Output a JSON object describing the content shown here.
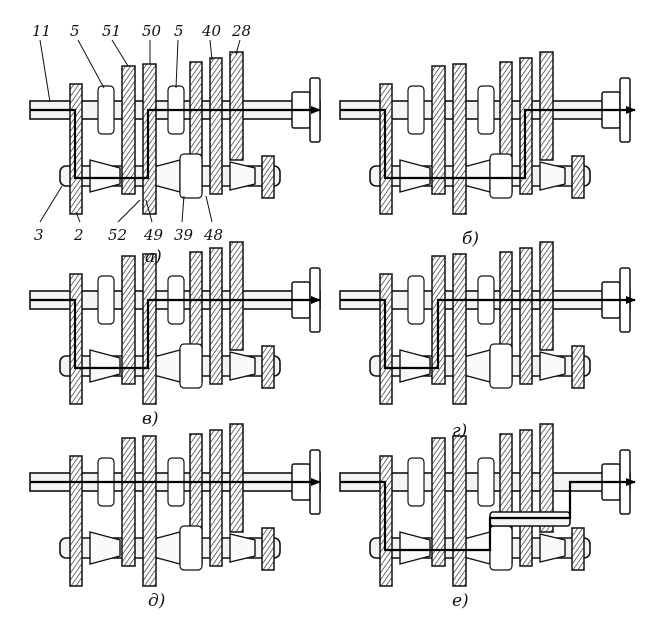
{
  "part_labels_top": [
    "11",
    "5",
    "51",
    "50",
    "5",
    "40",
    "28"
  ],
  "part_labels_bottom": [
    "3",
    "2",
    "52",
    "49",
    "39",
    "48"
  ],
  "captions": [
    "а)",
    "б)",
    "в)",
    "г)",
    "д)",
    "е)"
  ]
}
